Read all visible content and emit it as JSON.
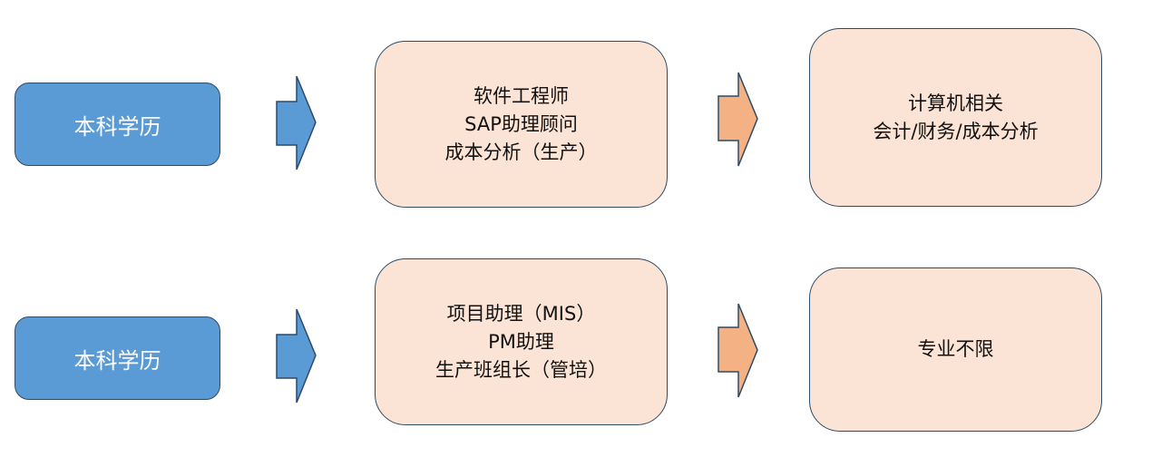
{
  "rows": [
    {
      "education": "本科学历",
      "positions": [
        "软件工程师",
        "SAP助理顾问",
        "成本分析（生产）"
      ],
      "majors": [
        "计算机相关",
        "会计/财务/成本分析"
      ]
    },
    {
      "education": "本科学历",
      "positions": [
        "项目助理（MIS）",
        "PM助理",
        "生产班组长（管培）"
      ],
      "majors": [
        "专业不限"
      ]
    }
  ],
  "colors": {
    "education_fill": "#5b9bd5",
    "box_fill": "#fbe4d5",
    "arrow_blue": "#5b9bd5",
    "arrow_orange": "#f4b183",
    "outline": "#2e4a66"
  }
}
